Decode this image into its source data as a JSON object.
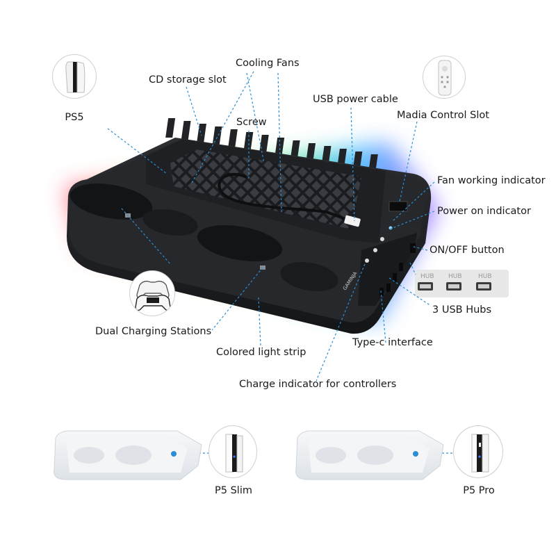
{
  "labels": {
    "ps5": "PS5",
    "cd_storage_slot": "CD storage slot",
    "cooling_fans": "Cooling Fans",
    "screw": "Screw",
    "usb_power_cable": "USB power cable",
    "media_control_slot": "Madia Control Slot",
    "fan_working_indicator": "Fan working indicator",
    "power_on_indicator": "Power on indicator",
    "on_off_button": "ON/OFF button",
    "usb_hubs": "3 USB Hubs",
    "type_c_interface": "Type-c interface",
    "dual_charging_stations": "Dual Charging Stations",
    "colored_light_strip": "Colored light strip",
    "charge_indicator": "Charge indicator for controllers",
    "p5_slim": "P5 Slim",
    "p5_pro": "P5 Pro"
  },
  "hub_tag": "HUB",
  "brand_mark": "GAMINJA",
  "colors": {
    "leader_line": "#2b8fd6",
    "stand_body": "#1c1d20",
    "stand_top": "#2a2c30",
    "rgb_glow": [
      "#ff3a6e",
      "#ffb13b",
      "#ffee4a",
      "#43e08a",
      "#37b7ff",
      "#9b5cff"
    ],
    "white_plate": "#eef1f4"
  }
}
